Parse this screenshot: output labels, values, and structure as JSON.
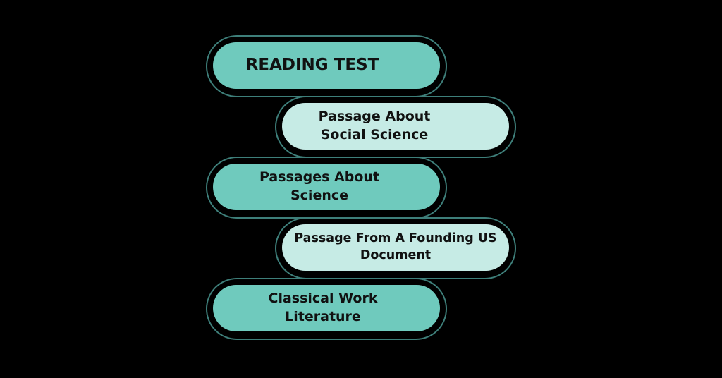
{
  "diagram": {
    "title": "READING TEST",
    "steps": [
      {
        "line1": "Passage About",
        "line2": "Social Science"
      },
      {
        "line1": "Passages About",
        "line2": "Science"
      },
      {
        "line1": "Passage From A Founding US",
        "line2": "Document"
      },
      {
        "line1": "Classical Work",
        "line2": "Literature"
      }
    ]
  },
  "colors": {
    "background": "#000000",
    "pill_dark": "#6fcabd",
    "pill_light": "#c6ebe5",
    "connector": "#5a9f96",
    "outline": "#3e7f7a",
    "text": "#111111"
  }
}
